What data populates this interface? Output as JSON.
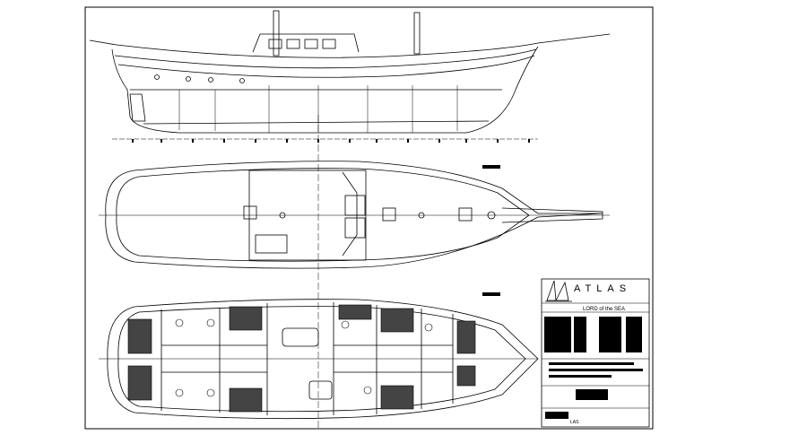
{
  "title_block": {
    "brand": "ATLAS",
    "subtitle": "LORD of the SEA",
    "footer_code": "LAS"
  }
}
